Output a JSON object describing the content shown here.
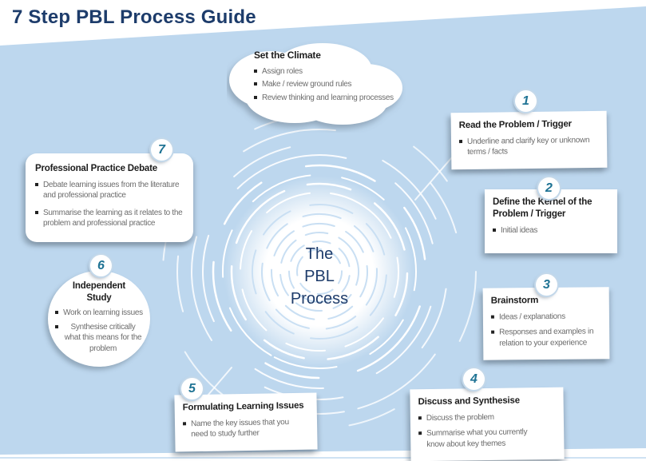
{
  "title": "7 Step PBL Process Guide",
  "center": {
    "lines": [
      "The",
      "PBL",
      "Process"
    ]
  },
  "climate": {
    "heading": "Set the Climate",
    "bullets": [
      "Assign roles",
      "Make / review ground rules",
      "Review thinking and learning processes"
    ]
  },
  "steps": [
    {
      "number": "1",
      "heading": "Read the Problem / Trigger",
      "bullets": [
        "Underline and clarify key or unknown terms / facts"
      ]
    },
    {
      "number": "2",
      "heading": "Define the Kernel of the Problem / Trigger",
      "bullets": [
        "Initial ideas"
      ]
    },
    {
      "number": "3",
      "heading": "Brainstorm",
      "bullets": [
        "Ideas / explanations",
        "Responses and examples in relation to your experience"
      ]
    },
    {
      "number": "4",
      "heading": "Discuss and Synthesise",
      "bullets": [
        "Discuss the problem",
        "Summarise what you currently know about key themes"
      ]
    },
    {
      "number": "5",
      "heading": "Formulating Learning Issues",
      "bullets": [
        "Name the key issues that you need to study further"
      ]
    },
    {
      "number": "6",
      "heading": "Independent Study",
      "bullets": [
        "Work on learning issues",
        "Synthesise critically what this means for the problem"
      ]
    },
    {
      "number": "7",
      "heading": "Professional Practice Debate",
      "bullets": [
        "Debate learning issues from the literature and professional practice",
        "Summarise the learning as it relates to the problem and professional practice"
      ]
    }
  ],
  "colors": {
    "background_blue": "#bdd7ee",
    "title_navy": "#1d3c6b",
    "step_number_teal": "#1f7394",
    "heading_text": "#1c1c1c",
    "bullet_text": "#6c6c6c",
    "card_white": "#ffffff"
  }
}
